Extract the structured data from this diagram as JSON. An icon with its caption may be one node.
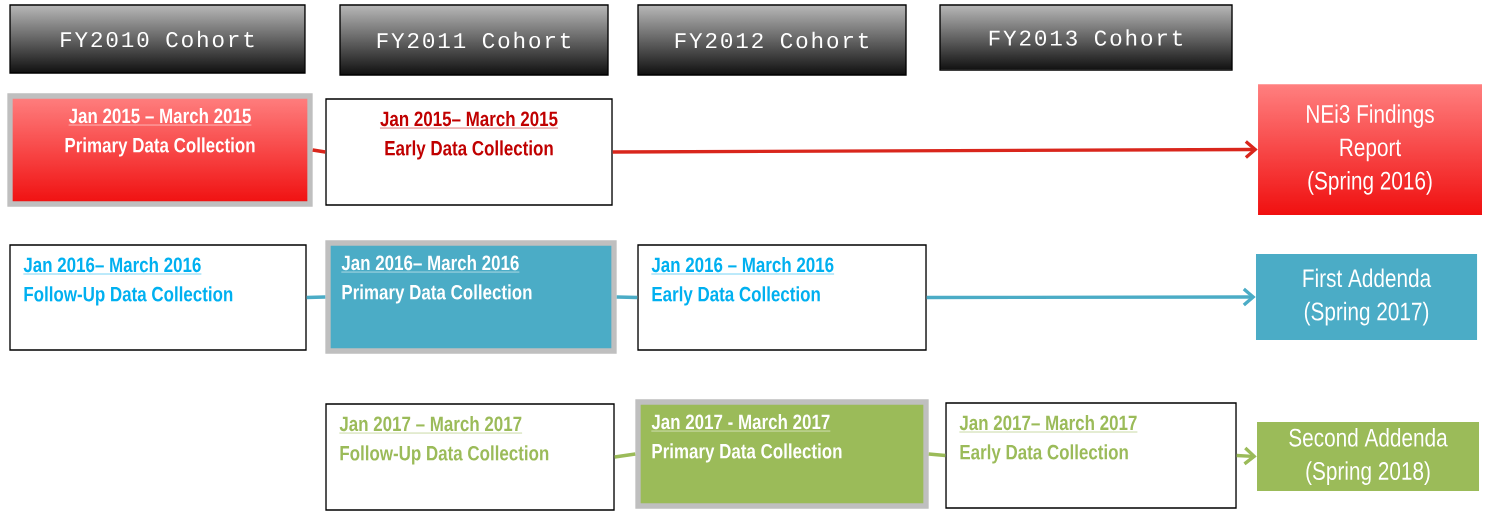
{
  "diagram": {
    "nodes": [
      {
        "text": [
          "FY2010 Cohort"
        ]
      },
      {
        "text": [
          "FY2011 Cohort"
        ]
      },
      {
        "text": [
          "FY2012 Cohort"
        ]
      },
      {
        "text": [
          "FY2013 Cohort"
        ]
      },
      {
        "text": [
          "Jan 2015 –  March 2015",
          "Primary Data Collection"
        ]
      },
      {
        "text": [
          "Jan 2015–   March 2015",
          "Early Data Collection"
        ]
      },
      {
        "text": [
          "NEi3 Findings Report",
          "(Spring 2016)"
        ]
      },
      {
        "text": [
          "Jan 2016–   March 2016",
          "Follow-Up Data Collection"
        ]
      },
      {
        "text": [
          "Jan 2016–   March 2016",
          "Primary Data Collection"
        ]
      },
      {
        "text": [
          "Jan 2016 –  March 2016",
          "Early Data Collection"
        ]
      },
      {
        "text": [
          "First Addenda",
          "(Spring 2017)"
        ]
      },
      {
        "text": [
          "Jan 2017 –  March 2017",
          "Follow-Up Data Collection"
        ]
      },
      {
        "text": [
          "Jan 2017 - March 2017",
          "Primary Data Collection"
        ]
      },
      {
        "text": [
          "Jan 2017–   March 2017",
          "Early Data Collection"
        ]
      },
      {
        "text": [
          "Second Addenda",
          "(Spring 2018)"
        ]
      }
    ],
    "edges": [
      {
        "from": 4,
        "to": 5,
        "arrow": "none",
        "color": "#d9261c"
      },
      {
        "from": 5,
        "to": 6,
        "arrow": "to",
        "color": "#d9261c"
      },
      {
        "from": 7,
        "to": 8,
        "arrow": "none",
        "color": "#4bacc6"
      },
      {
        "from": 8,
        "to": 9,
        "arrow": "none",
        "color": "#4bacc6"
      },
      {
        "from": 9,
        "to": 10,
        "arrow": "to",
        "color": "#4bacc6"
      },
      {
        "from": 11,
        "to": 12,
        "arrow": "none",
        "color": "#9bbb59"
      },
      {
        "from": 12,
        "to": 13,
        "arrow": "none",
        "color": "#9bbb59"
      },
      {
        "from": 13,
        "to": 14,
        "arrow": "to",
        "color": "#9bbb59"
      }
    ]
  }
}
